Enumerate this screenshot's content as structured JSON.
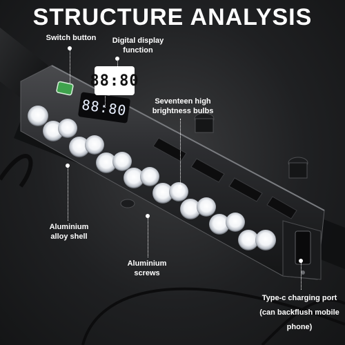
{
  "title": "STRUCTURE ANALYSIS",
  "labels": {
    "switch_button": "Switch button",
    "digital_display_line1": "Digital display",
    "digital_display_line2": "function",
    "bulbs_line1": "Seventeen high",
    "bulbs_line2": "brightness bulbs",
    "shell_line1": "Aluminium",
    "shell_line2": "alloy shell",
    "screws_line1": "Aluminium",
    "screws_line2": "screws",
    "port_line1": "Type-c charging port",
    "port_line2": "(can backflush mobile",
    "port_line3": "phone)"
  },
  "display_readout": "88:80",
  "screen_readout": "88:80",
  "colors": {
    "background": "#1f2022",
    "body_dark": "#2a2b2d",
    "switch_green": "#3fa34d",
    "bulb_glow": "#ffffff"
  },
  "icons": {
    "switch": "power-switch-icon"
  }
}
